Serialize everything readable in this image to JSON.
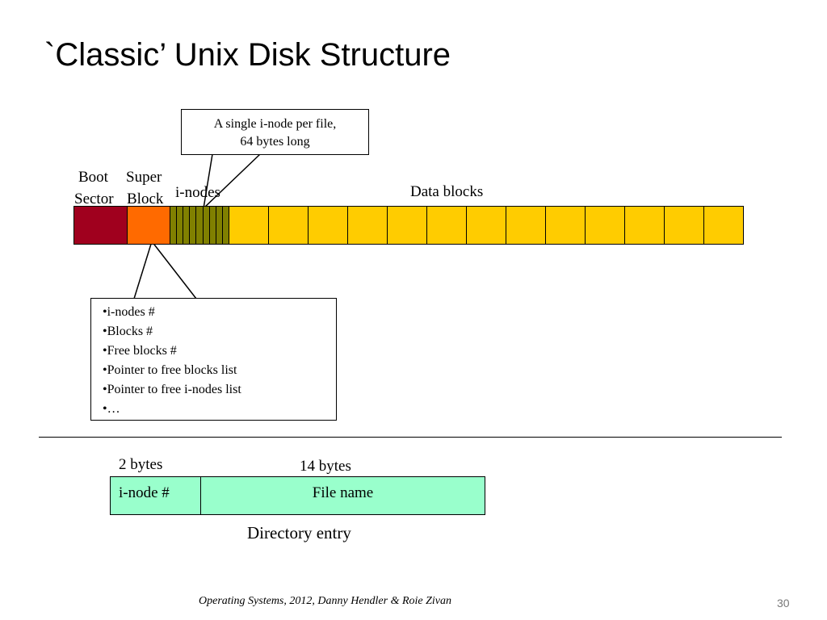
{
  "title": "`Classic’ Unix Disk Structure",
  "callout_inode": {
    "line1": "A single i-node per file,",
    "line2": "64 bytes long"
  },
  "labels": {
    "boot_line1": "Boot",
    "boot_line2": "Sector",
    "super_line1": "Super",
    "super_line2": "Block",
    "inodes": "i-nodes",
    "data_blocks": "Data blocks"
  },
  "colors": {
    "boot": "#a0001e",
    "super": "#ff6a00",
    "inodes": "#808000",
    "data": "#ffcc00",
    "directory": "#99ffcc"
  },
  "superblock_fields": [
    "•i-nodes #",
    "•Blocks #",
    "•Free blocks #",
    "•Pointer to free blocks list",
    "•Pointer to free i-nodes list",
    "•…"
  ],
  "directory": {
    "inode_size": "2 bytes",
    "name_size": "14 bytes",
    "inode_field": "i-node #",
    "name_field": "File name",
    "caption": "Directory entry"
  },
  "footer": "Operating Systems, 2012, Danny Hendler & Roie Zivan",
  "page_number": "30"
}
